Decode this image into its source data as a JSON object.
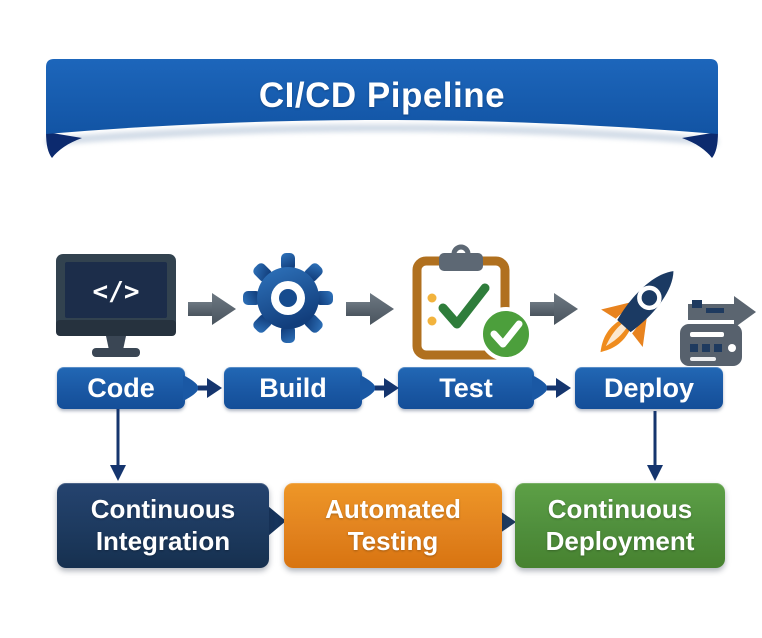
{
  "title": "CI/CD Pipeline",
  "pipeline": {
    "code_glyph": "</>",
    "stages": [
      {
        "label": "Code",
        "icon": "code-monitor-icon"
      },
      {
        "label": "Build",
        "icon": "gear-icon"
      },
      {
        "label": "Test",
        "icon": "clipboard-check-icon"
      },
      {
        "label": "Deploy",
        "icon": "rocket-icon"
      }
    ]
  },
  "practices": [
    {
      "line1": "Continuous",
      "line2": "Integration"
    },
    {
      "line1": "Automated",
      "line2": "Testing"
    },
    {
      "line1": "Continuous",
      "line2": "Deployment"
    }
  ],
  "colors": {
    "banner_blue": "#1a5fb4",
    "banner_fold_navy": "#0c2a6e",
    "stage_blue": "#1a58a4",
    "connector_navy": "#15356e",
    "arrow_gray": "#5b6570",
    "integration_navy": "#1d3a5f",
    "testing_orange": "#e2831f",
    "deployment_green": "#4f8e3c",
    "check_green": "#4c9f3c",
    "clipboard_brown": "#b0701f",
    "rocket_orange": "#e8831f",
    "monitor_navy": "#1c2d4a"
  }
}
